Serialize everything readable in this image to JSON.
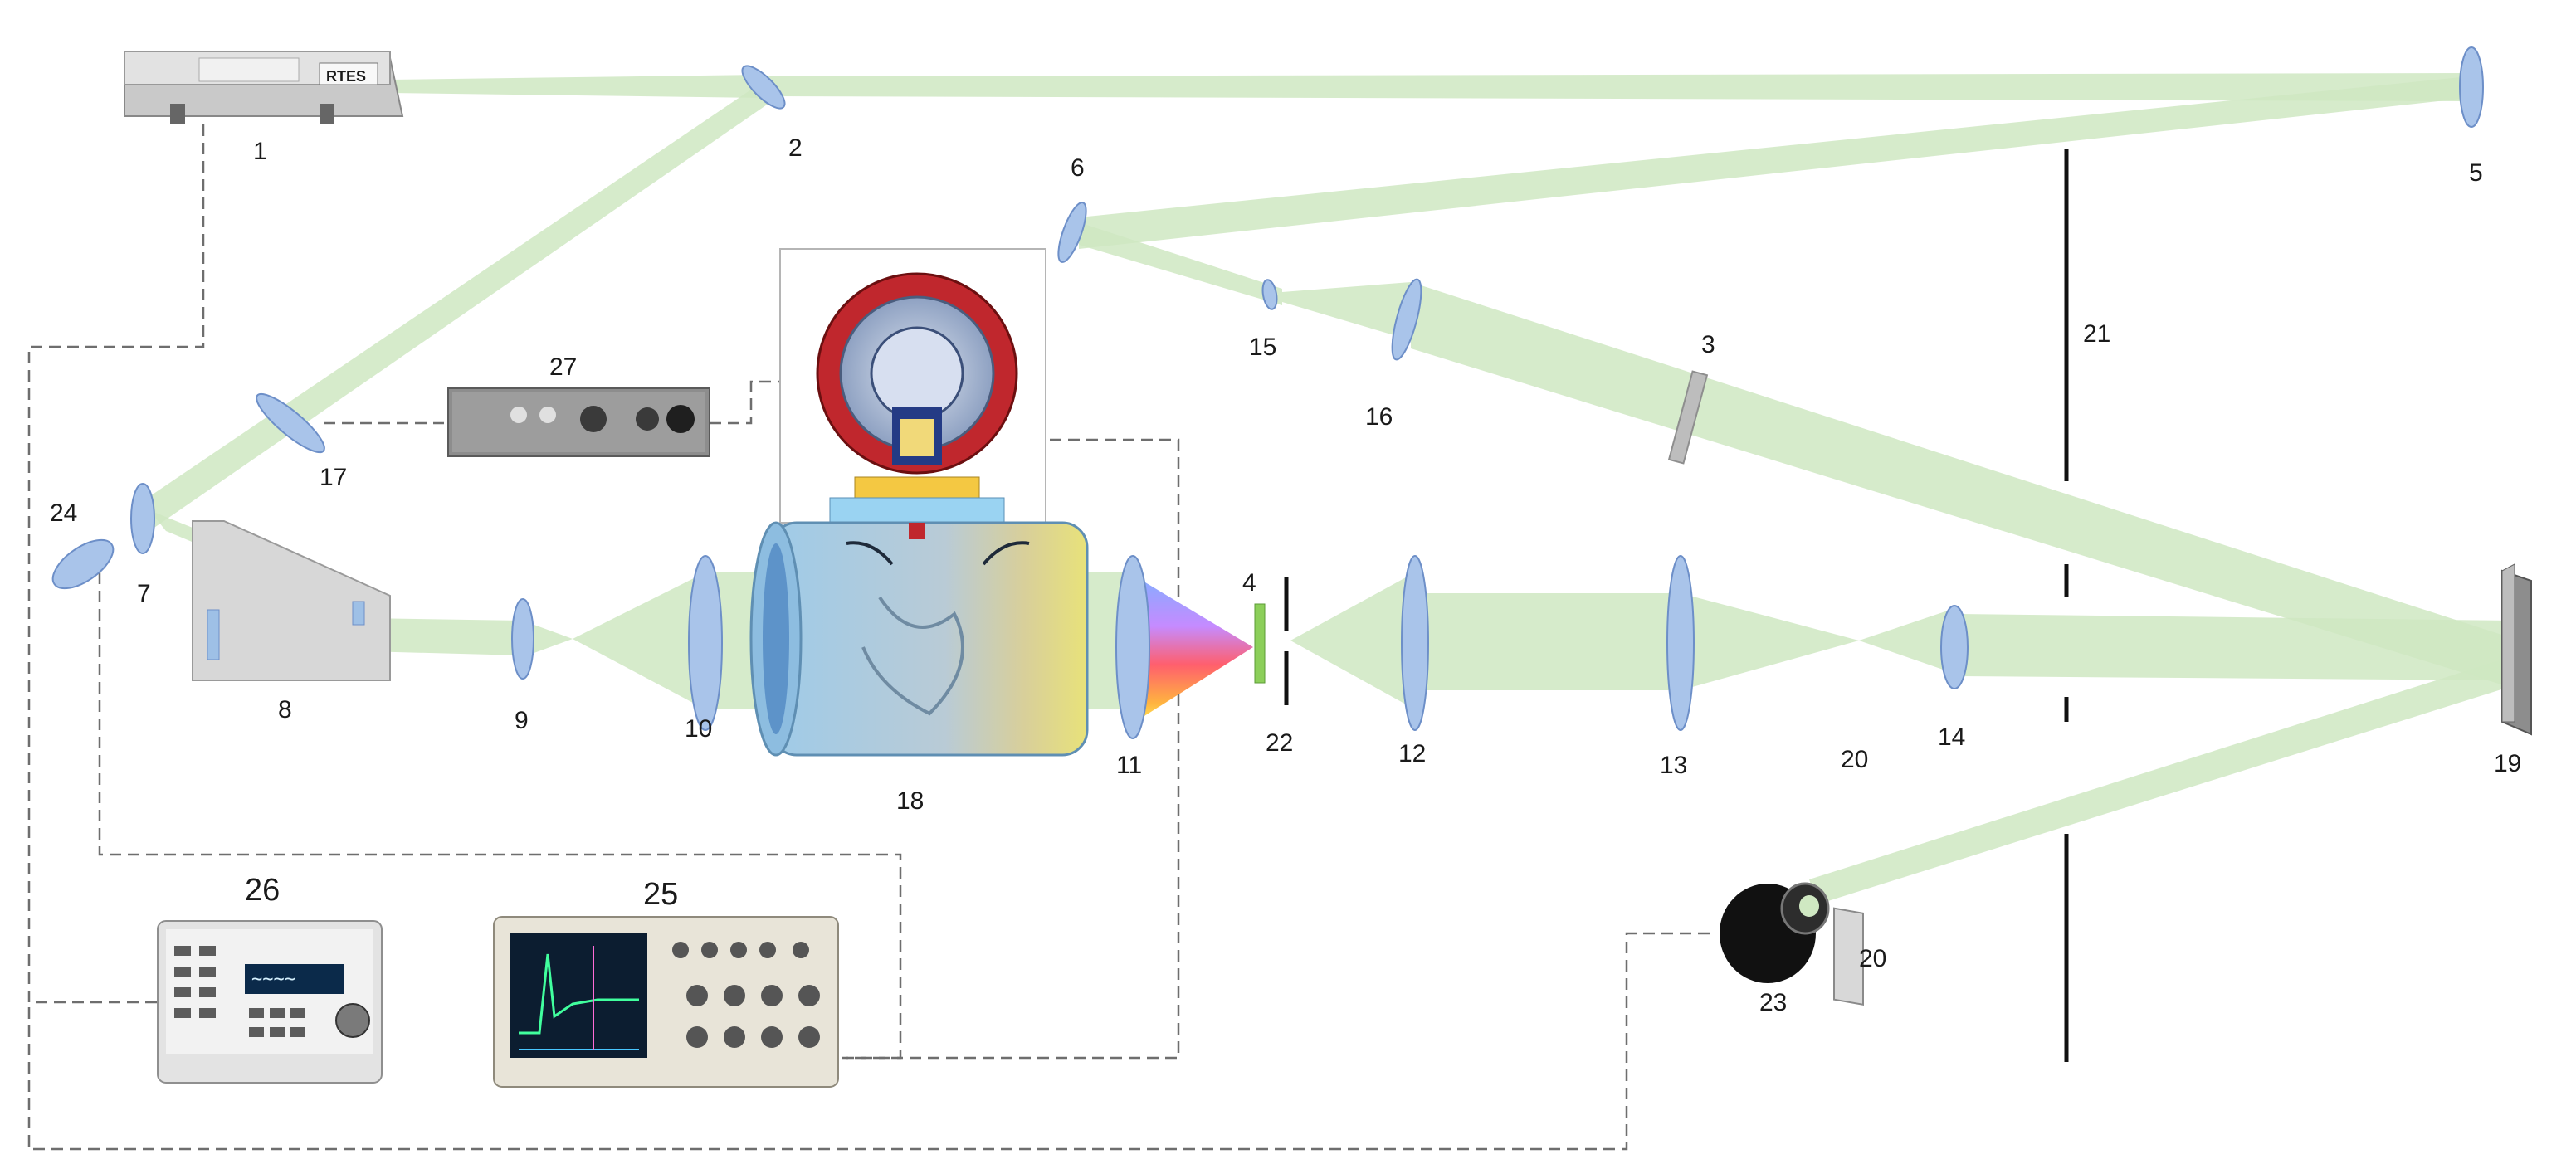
{
  "labels": {
    "l1": "1",
    "l2": "2",
    "l3": "3",
    "l4": "4",
    "l5": "5",
    "l6": "6",
    "l7": "7",
    "l8": "8",
    "l9": "9",
    "l10": "10",
    "l11": "11",
    "l12": "12",
    "l13": "13",
    "l14": "14",
    "l15": "15",
    "l16": "16",
    "l17": "17",
    "l18": "18",
    "l19": "19",
    "l20a": "20",
    "l20b": "20",
    "l21": "21",
    "l22": "22",
    "l23": "23",
    "l24": "24",
    "l25": "25",
    "l26": "26",
    "l27": "27"
  },
  "laser_badge": "RTES",
  "colors": {
    "beam": "#cfe8c2",
    "lens": "#a9c4ea",
    "chamber": "#a8d4ee",
    "flange": "#c0272d",
    "dashed_link": "#6e6e6e"
  }
}
